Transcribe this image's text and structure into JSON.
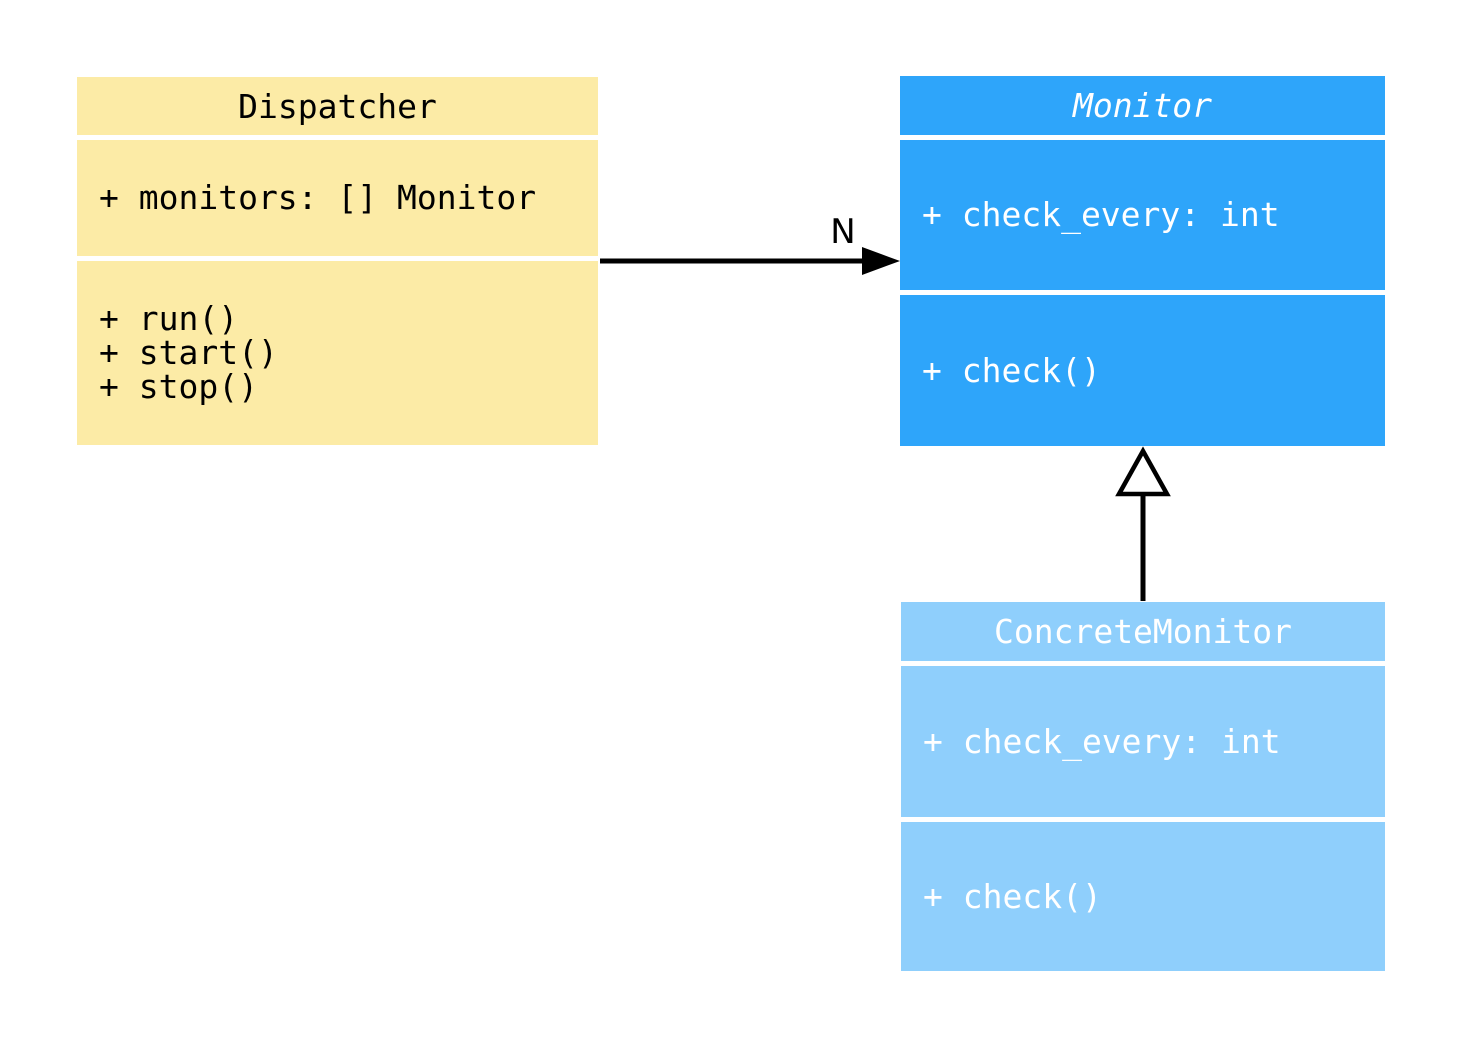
{
  "diagram": {
    "type": "uml-class-diagram",
    "background": "#ffffff",
    "classes": [
      {
        "title": "Dispatcher",
        "title_italic": false,
        "fill": "#FCEBA6",
        "text_color": "#000000",
        "attributes": [
          "+ monitors: [] Monitor"
        ],
        "methods": [
          "+ run()",
          "+ start()",
          "+ stop()"
        ]
      },
      {
        "title": "Monitor",
        "title_italic": true,
        "fill": "#2EA5FA",
        "text_color": "#ffffff",
        "attributes": [
          "+ check_every: int"
        ],
        "methods": [
          "+ check()"
        ]
      },
      {
        "title": "ConcreteMonitor",
        "title_italic": false,
        "fill": "#8FCFFC",
        "text_color": "#ffffff",
        "attributes": [
          "+ check_every: int"
        ],
        "methods": [
          "+ check()"
        ]
      }
    ],
    "relations": [
      {
        "type": "association",
        "from": "Dispatcher",
        "to": "Monitor",
        "label": "N",
        "line_color": "#000000"
      },
      {
        "type": "generalization",
        "from": "ConcreteMonitor",
        "to": "Monitor",
        "label": "",
        "line_color": "#000000"
      }
    ]
  }
}
